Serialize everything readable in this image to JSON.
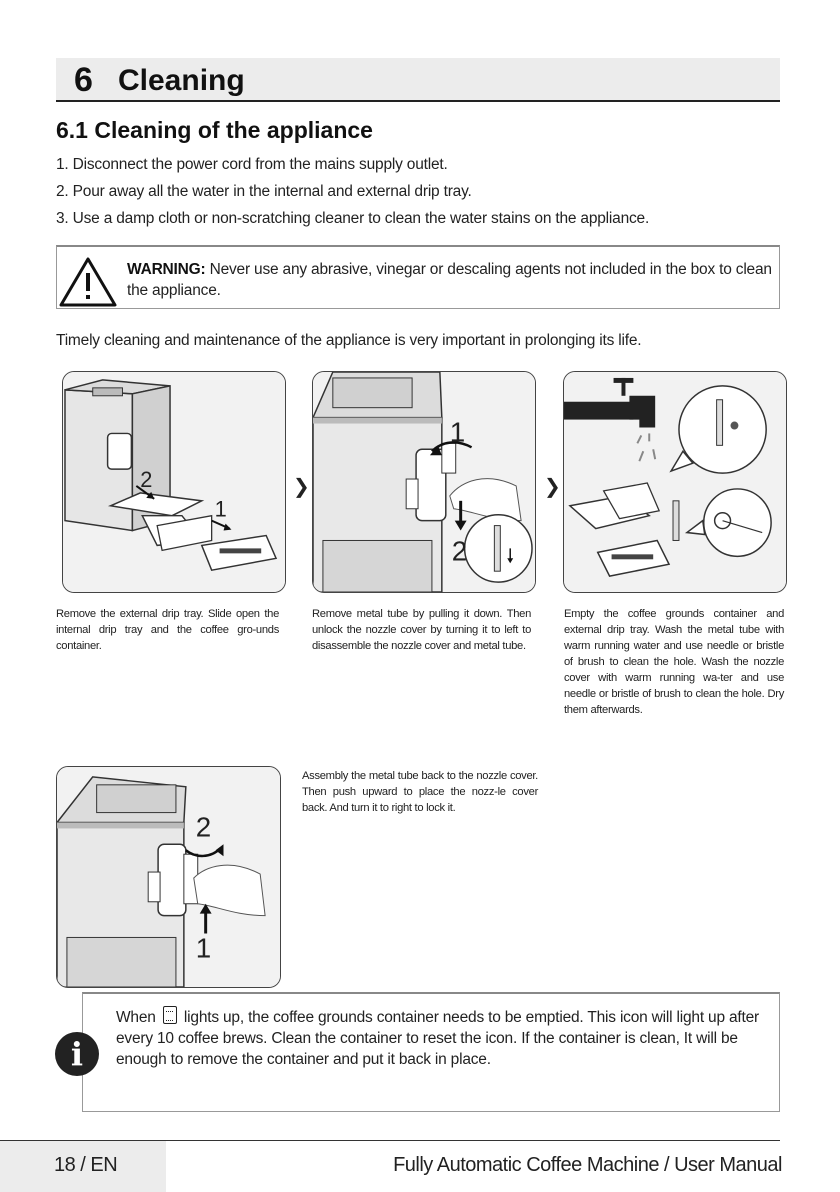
{
  "section": {
    "number": "6",
    "title": "Cleaning"
  },
  "subsection": {
    "title": "6.1 Cleaning of the appliance"
  },
  "steps": [
    "1. Disconnect the power cord from the mains supply outlet.",
    "2. Pour away all the water in the internal and external drip tray.",
    "3. Use a damp cloth or non-scratching cleaner to clean the water stains on the appliance."
  ],
  "warning": {
    "label": "WARNING:",
    "text": "Never use any abrasive, vinegar or descaling agents not included in the box to clean the appliance."
  },
  "lead": "Timely cleaning and maintenance of the appliance is very important in prolonging its life.",
  "figures": [
    {
      "callouts": [
        "2",
        "1"
      ],
      "caption": "Remove the external drip tray. Slide open the internal drip tray and the coffee gro-unds container."
    },
    {
      "callouts": [
        "1",
        "2"
      ],
      "caption": "Remove metal tube by pulling it down. Then unlock the nozzle cover by turning it to left to disassemble the nozzle cover and metal tube."
    },
    {
      "callouts": [],
      "caption": "Empty the coffee grounds container and external drip tray. Wash the metal tube with warm running water and use needle or bristle of brush to clean the hole. Wash the nozzle cover with warm running wa-ter and use needle or bristle of brush to clean the hole. Dry them afterwards."
    },
    {
      "callouts": [
        "2",
        "1"
      ],
      "caption": "Assembly the metal tube back to the nozzle cover. Then push upward to place the nozz-le cover back. And turn it to right to lock it."
    }
  ],
  "info": {
    "before_icon": "When",
    "after_icon": "lights up, the coffee grounds container needs to be emptied. This icon will light up after every 10 coffee brews. Clean the container to reset the icon. If the container is clean, It will be enough to remove the container and put it back in place.",
    "icon_name": "grounds-container-icon"
  },
  "footer": {
    "page": "18 / EN",
    "title": "Fully Automatic Coffee Machine / User Manual"
  }
}
